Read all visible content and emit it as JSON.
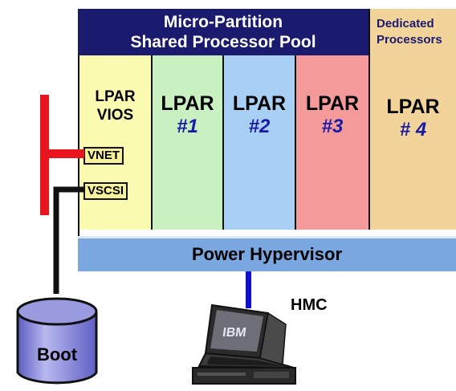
{
  "pool": {
    "line1": "Micro-Partition",
    "line2": "Shared Processor Pool"
  },
  "dedicated": {
    "line1": "Dedicated",
    "line2": "Processors"
  },
  "vios": {
    "line1": "LPAR",
    "line2": "VIOS",
    "vnet": "VNET",
    "vscsi": "VSCSI"
  },
  "lpars": [
    {
      "label": "LPAR",
      "num": "#1",
      "color": "#c8f0c0"
    },
    {
      "label": "LPAR",
      "num": "#2",
      "color": "#a8d0f4"
    },
    {
      "label": "LPAR",
      "num": "#3",
      "color": "#f49a9a"
    },
    {
      "label": "LPAR",
      "num": "# 4",
      "color": "#f2d49b"
    }
  ],
  "hypervisor": "Power Hypervisor",
  "hmc": {
    "label": "HMC",
    "brand": "IBM"
  },
  "boot": "Boot",
  "colors": {
    "pool_header": "#1a1a6e",
    "vios": "#fafab0",
    "hypervisor": "#7ba7e0",
    "network": "#e8141e",
    "hmc_link": "#1010d0",
    "disk": "#8c8cd8"
  }
}
